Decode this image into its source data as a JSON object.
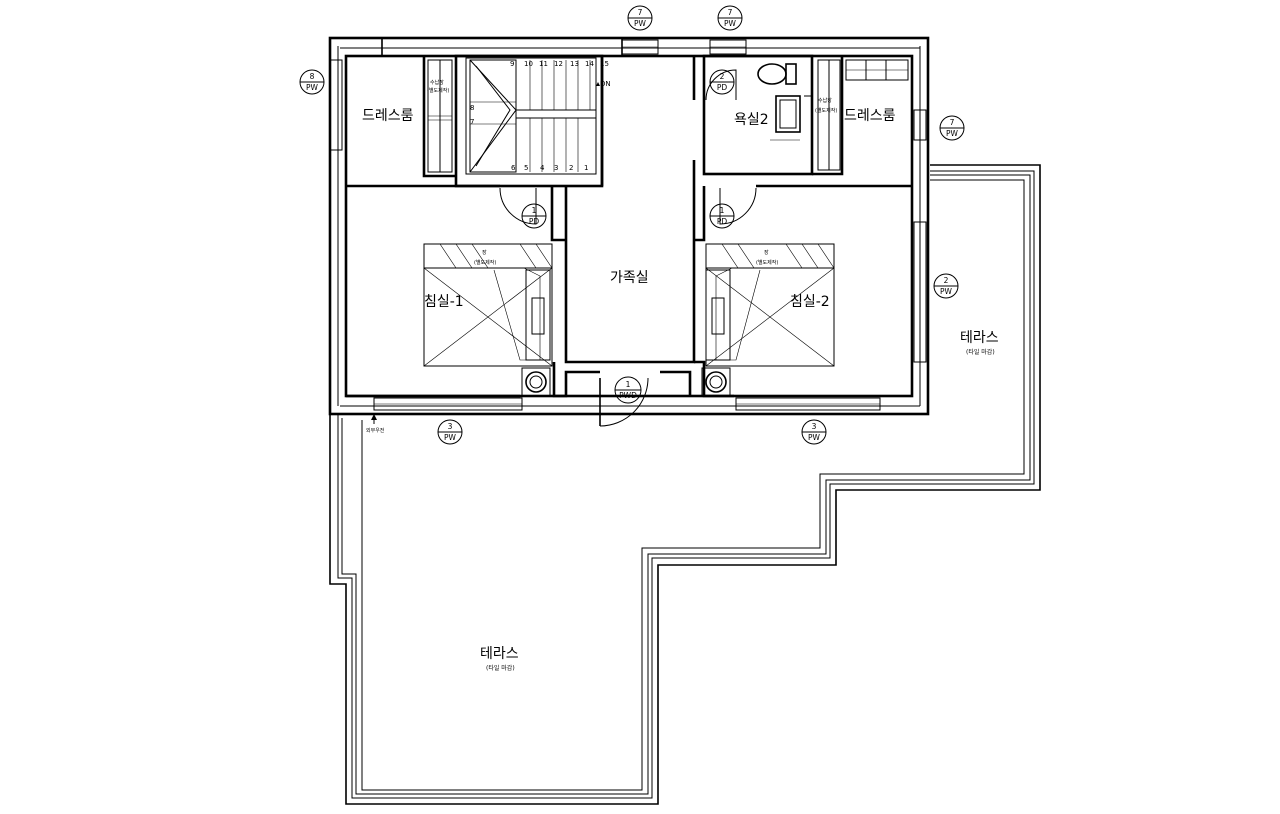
{
  "rooms": {
    "dress_left": "드레스룸",
    "dress_right": "드레스룸",
    "bath2": "욕실2",
    "family": "가족실",
    "bed1": "침실-1",
    "bed2": "침실-2",
    "terrace_right": "테라스",
    "terrace_right_note": "(타일 마감)",
    "terrace_bottom": "테라스",
    "terrace_bottom_note": "(타일 마감)"
  },
  "notes": {
    "downspout": "외부우전",
    "stair_dn": "DN",
    "closet_left": "수납장",
    "closet_left_2": "(별도제작)",
    "bath_cabinet": "수납장",
    "bath_cabinet_2": "(별도제작)",
    "bed1_closet": "장",
    "bed1_closet_2": "(별도제작)",
    "bed2_closet": "장",
    "bed2_closet_2": "(별도제작)"
  },
  "stairs": {
    "top_numbers": [
      "9",
      "10",
      "11",
      "12",
      "13",
      "14",
      "15"
    ],
    "bottom_numbers": [
      "6",
      "5",
      "4",
      "3",
      "2",
      "1"
    ],
    "side_numbers": [
      "8",
      "7"
    ]
  },
  "tags": [
    {
      "id": "pw7-a",
      "num": "7",
      "type": "PW"
    },
    {
      "id": "pw7-b",
      "num": "7",
      "type": "PW"
    },
    {
      "id": "pw8",
      "num": "8",
      "type": "PW"
    },
    {
      "id": "pw7-c",
      "num": "7",
      "type": "PW"
    },
    {
      "id": "pd2",
      "num": "2",
      "type": "PD"
    },
    {
      "id": "pd1-a",
      "num": "1",
      "type": "PD"
    },
    {
      "id": "pd1-b",
      "num": "1",
      "type": "PD"
    },
    {
      "id": "pw2",
      "num": "2",
      "type": "PW"
    },
    {
      "id": "pwd1",
      "num": "1",
      "type": "PWD"
    },
    {
      "id": "pw3-a",
      "num": "3",
      "type": "PW"
    },
    {
      "id": "pw3-b",
      "num": "3",
      "type": "PW"
    }
  ]
}
